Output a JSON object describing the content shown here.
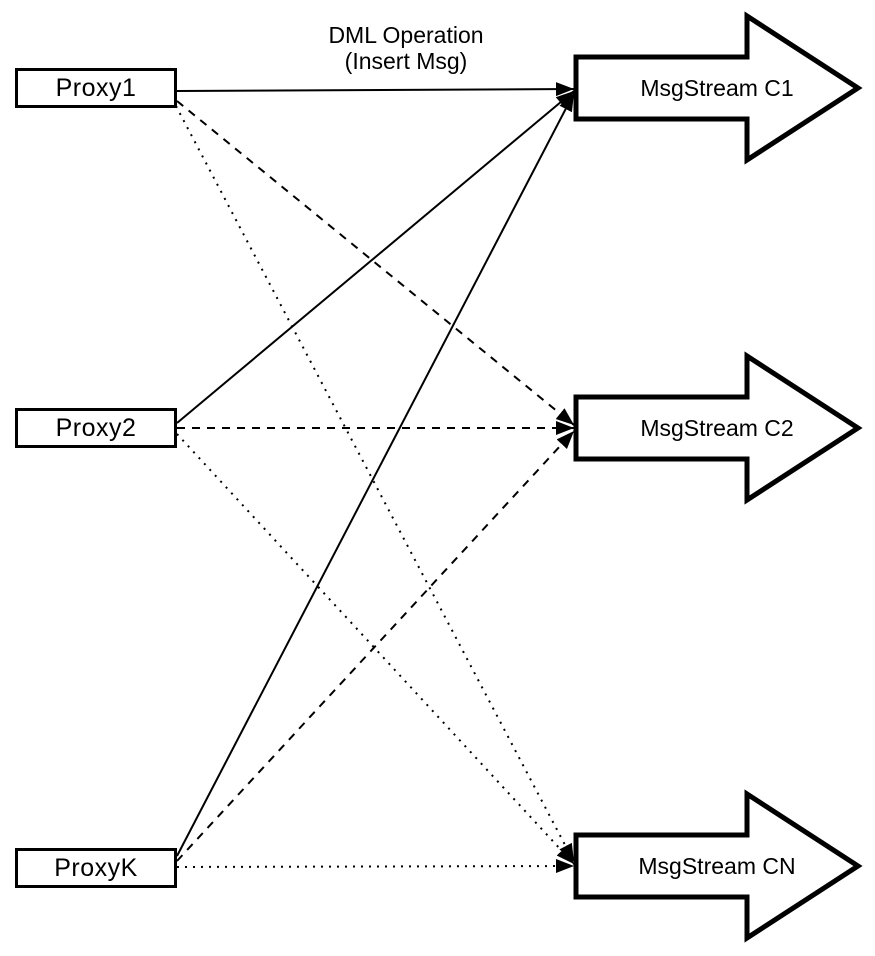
{
  "diagram": {
    "note": {
      "line1": "DML Operation",
      "line2": "(Insert Msg)"
    },
    "proxies": [
      {
        "id": "proxy1",
        "label": "Proxy1"
      },
      {
        "id": "proxy2",
        "label": "Proxy2"
      },
      {
        "id": "proxyK",
        "label": "ProxyK"
      }
    ],
    "streams": [
      {
        "id": "c1",
        "label": "MsgStream C1",
        "incoming_line_style": "solid"
      },
      {
        "id": "c2",
        "label": "MsgStream C2",
        "incoming_line_style": "dashed"
      },
      {
        "id": "cn",
        "label": "MsgStream CN",
        "incoming_line_style": "dotted"
      }
    ],
    "connections": [
      {
        "from": "Proxy1",
        "to": "MsgStream C1",
        "style": "solid",
        "arrowhead": "filled"
      },
      {
        "from": "Proxy1",
        "to": "MsgStream C2",
        "style": "dashed",
        "arrowhead": "filled"
      },
      {
        "from": "Proxy1",
        "to": "MsgStream CN",
        "style": "dotted",
        "arrowhead": "filled"
      },
      {
        "from": "Proxy2",
        "to": "MsgStream C1",
        "style": "solid",
        "arrowhead": "filled"
      },
      {
        "from": "Proxy2",
        "to": "MsgStream C2",
        "style": "dashed",
        "arrowhead": "filled"
      },
      {
        "from": "Proxy2",
        "to": "MsgStream CN",
        "style": "dotted",
        "arrowhead": "filled"
      },
      {
        "from": "ProxyK",
        "to": "MsgStream C1",
        "style": "solid",
        "arrowhead": "filled"
      },
      {
        "from": "ProxyK",
        "to": "MsgStream C2",
        "style": "dashed",
        "arrowhead": "filled"
      },
      {
        "from": "ProxyK",
        "to": "MsgStream CN",
        "style": "dotted",
        "arrowhead": "filled"
      }
    ],
    "colors": {
      "stroke": "#000000",
      "node_fill": "#ffffff",
      "background": "#ffffff"
    }
  }
}
